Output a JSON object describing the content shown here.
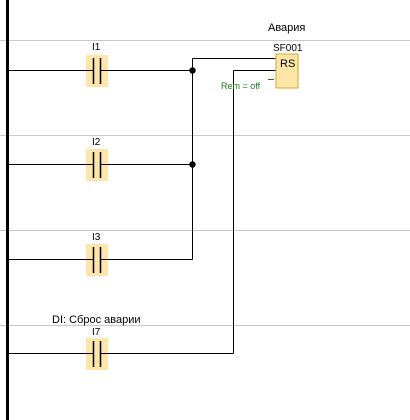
{
  "diagram": {
    "block_comment": "Авария",
    "block": {
      "id": "SF001",
      "type": "RS",
      "param": "Rem = off",
      "fill": "#fde6a8",
      "stroke": "#d9a52c"
    },
    "contacts": [
      {
        "id": "I1",
        "comment": ""
      },
      {
        "id": "I2",
        "comment": ""
      },
      {
        "id": "I3",
        "comment": ""
      },
      {
        "id": "I7",
        "comment": "DI: Сброс аварии"
      }
    ],
    "contact_fill": "#fde6a8"
  }
}
